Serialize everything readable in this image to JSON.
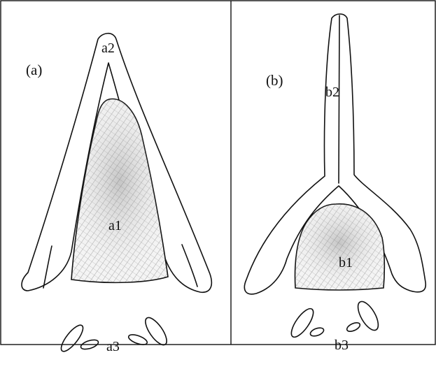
{
  "panels": [
    {
      "label": "(a)",
      "parts": {
        "upper": "a2",
        "center": "a1",
        "lower": "a3"
      }
    },
    {
      "label": "(b)",
      "parts": {
        "upper": "b2",
        "center": "b1",
        "lower": "b3"
      }
    }
  ],
  "colors": {
    "line": "#111111",
    "hatch": "#9a9a9a",
    "background": "#ffffff"
  }
}
